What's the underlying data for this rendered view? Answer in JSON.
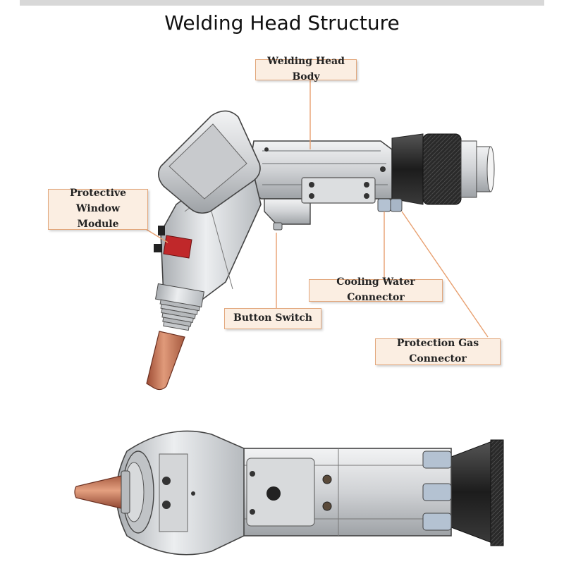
{
  "title": "Welding Head Structure",
  "callouts": {
    "body": "Welding Head Body",
    "window_line1": "Protective Window",
    "window_line2": "Module",
    "button": "Button Switch",
    "water": "Cooling Water Connector",
    "gas": "Protection Gas Connector"
  },
  "colors": {
    "leader_line": "#e8a070",
    "callout_fill": "#fbeee2",
    "callout_border": "#e2a77c",
    "metal": "#d4d6d8",
    "nozzle": "#c77a5a",
    "protective_band": "#c0282a"
  }
}
